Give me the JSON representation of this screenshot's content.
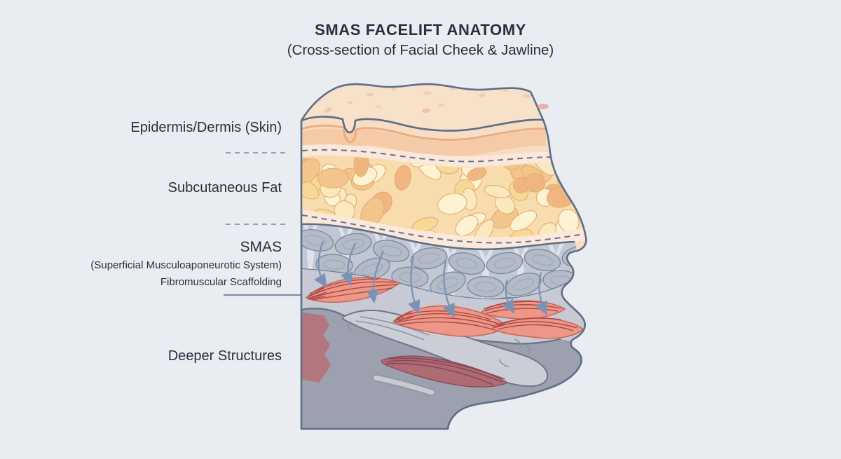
{
  "title": "SMAS FACELIFT ANATOMY",
  "subtitle": "(Cross-section of Facial Cheek & Jawline)",
  "labels": {
    "epidermis": "Epidermis/Dermis (Skin)",
    "fat": "Subcutaneous Fat",
    "smas": "SMAS",
    "smas_sub1": "(Superficial Musculoaponeurotic System)",
    "smas_sub2": "Fibromuscular Scaffolding",
    "deeper": "Deeper Structures"
  },
  "colors": {
    "bg": "#e9edf2",
    "text": "#27303f",
    "ink": "#5d6e86",
    "skin_top": "#f8e1c9",
    "skin_spot": "#eac2a4",
    "skin_spot_dark": "#e5a88e",
    "skin_front": "#f8dcc4",
    "dermis_band": "#f4cba6",
    "dermis_line": "#e9a87c",
    "pale": "#fbe8da",
    "dash": "#64748c",
    "fat_bg": "#f8dcae",
    "fat_b1": "#fbe9bd",
    "fat_b2": "#f7d996",
    "fat_b3": "#fdf2d2",
    "fat_b4": "#f3c48c",
    "fat_b5": "#f1b67f",
    "fat_edge": "#e2ad72",
    "smas_bg": "#c2c8d3",
    "smas_web": "#dee3ea",
    "smas_node": "#b3bbc8",
    "smas_node_line": "#7e8a9d",
    "smas_streak": "#93a0b1",
    "under": "#c7cad4",
    "deep": "#9da0ae",
    "deep_line": "#6f7486",
    "bone": "#cbced6",
    "bone_line": "#70758a",
    "patch": "#b2767f",
    "deep_red": "#ae6b74",
    "deep_red_line": "#844752",
    "muscle": "#ef9787",
    "muscle_dark": "#a84a48",
    "muscle_edge": "#c4685d",
    "arrow": "#7b92b6",
    "guide": "#8494a8",
    "guide_solid": "#7d8fa6"
  }
}
